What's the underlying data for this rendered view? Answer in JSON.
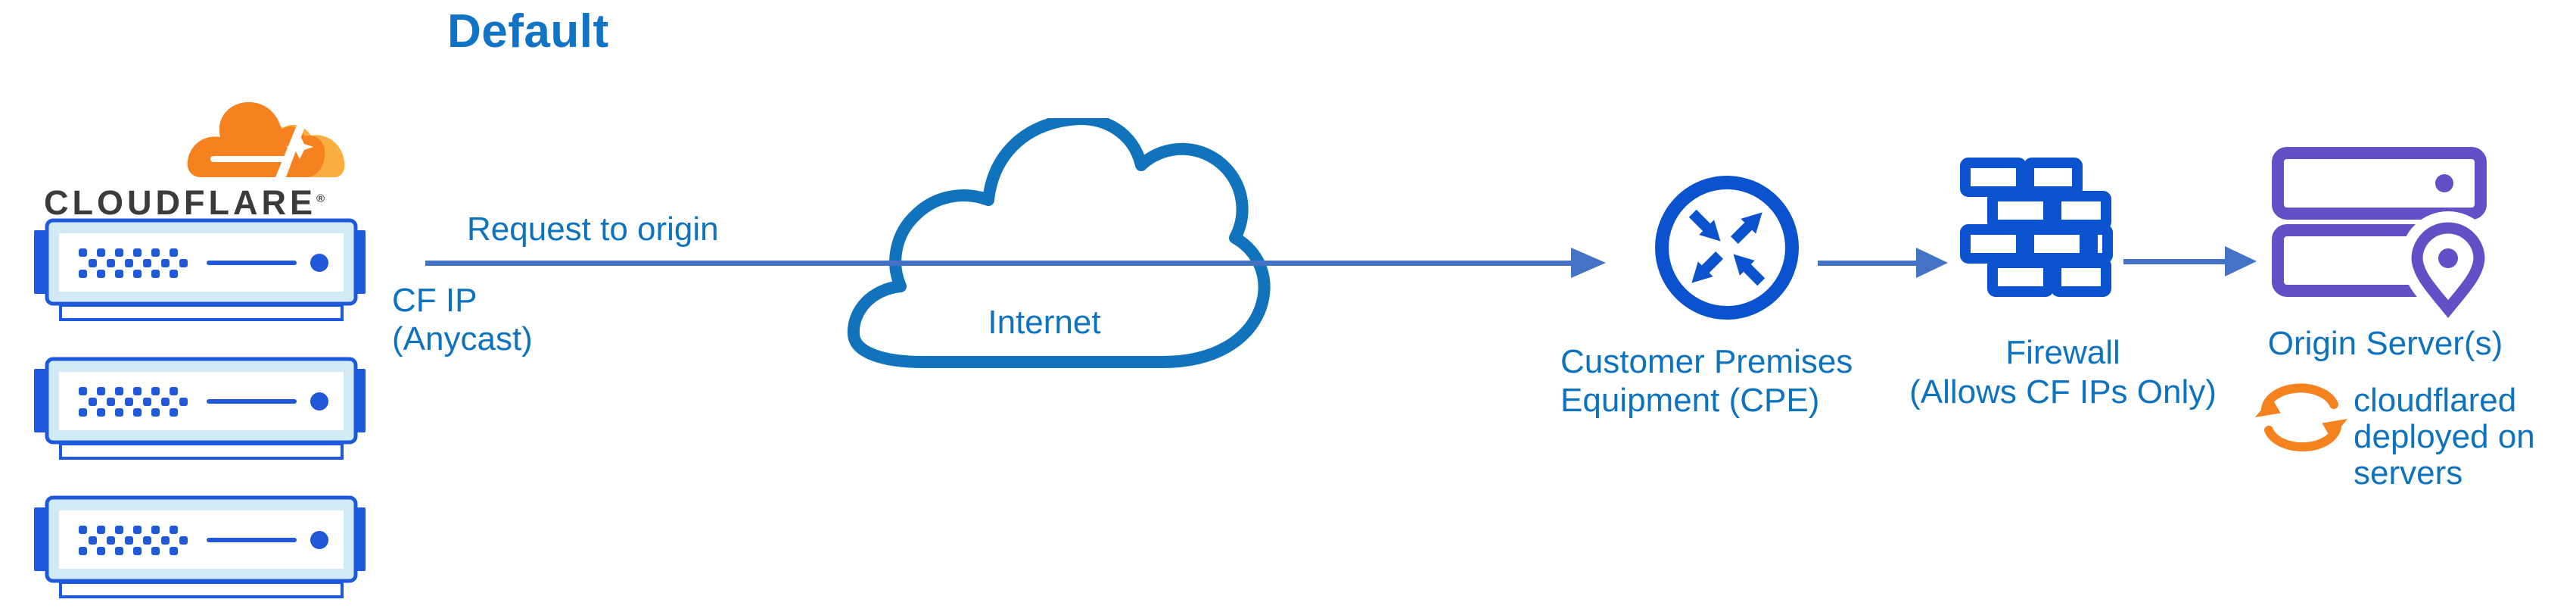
{
  "title": "Default",
  "cloudflare": {
    "wordmark": "CLOUDFLARE",
    "registered": "®"
  },
  "edge": {
    "request_label": "Request to origin",
    "ip_label_line1": "CF IP",
    "ip_label_line2": "(Anycast)"
  },
  "internet": {
    "label": "Internet"
  },
  "cpe": {
    "label_line1": "Customer Premises",
    "label_line2": "Equipment (CPE)"
  },
  "firewall": {
    "label_line1": "Firewall",
    "label_line2": "(Allows CF IPs Only)"
  },
  "origin": {
    "label": "Origin Server(s)",
    "note_line1": "cloudflared",
    "note_line2": "deployed on",
    "note_line3": "servers"
  },
  "icons": [
    "cloudflare-logo-cloud-icon",
    "server-rack-icon",
    "internet-cloud-icon",
    "router-icon",
    "firewall-brick-icon",
    "origin-servers-icon",
    "location-pin-icon",
    "sync-arrows-icon",
    "flow-arrow"
  ],
  "colors": {
    "title_blue": "#1173C4",
    "label_blue": "#0E73BE",
    "arrow_blue": "#4472C4",
    "icon_blue": "#0B52CE",
    "server_border_blue": "#1D58DD",
    "server_fill_light": "#D2EAF4",
    "cloud_outline_blue": "#1173BB",
    "purple": "#6250C7",
    "orange": "#F6821F",
    "orange_light": "#FBAD41",
    "wordmark_dark": "#3B3B3D"
  }
}
